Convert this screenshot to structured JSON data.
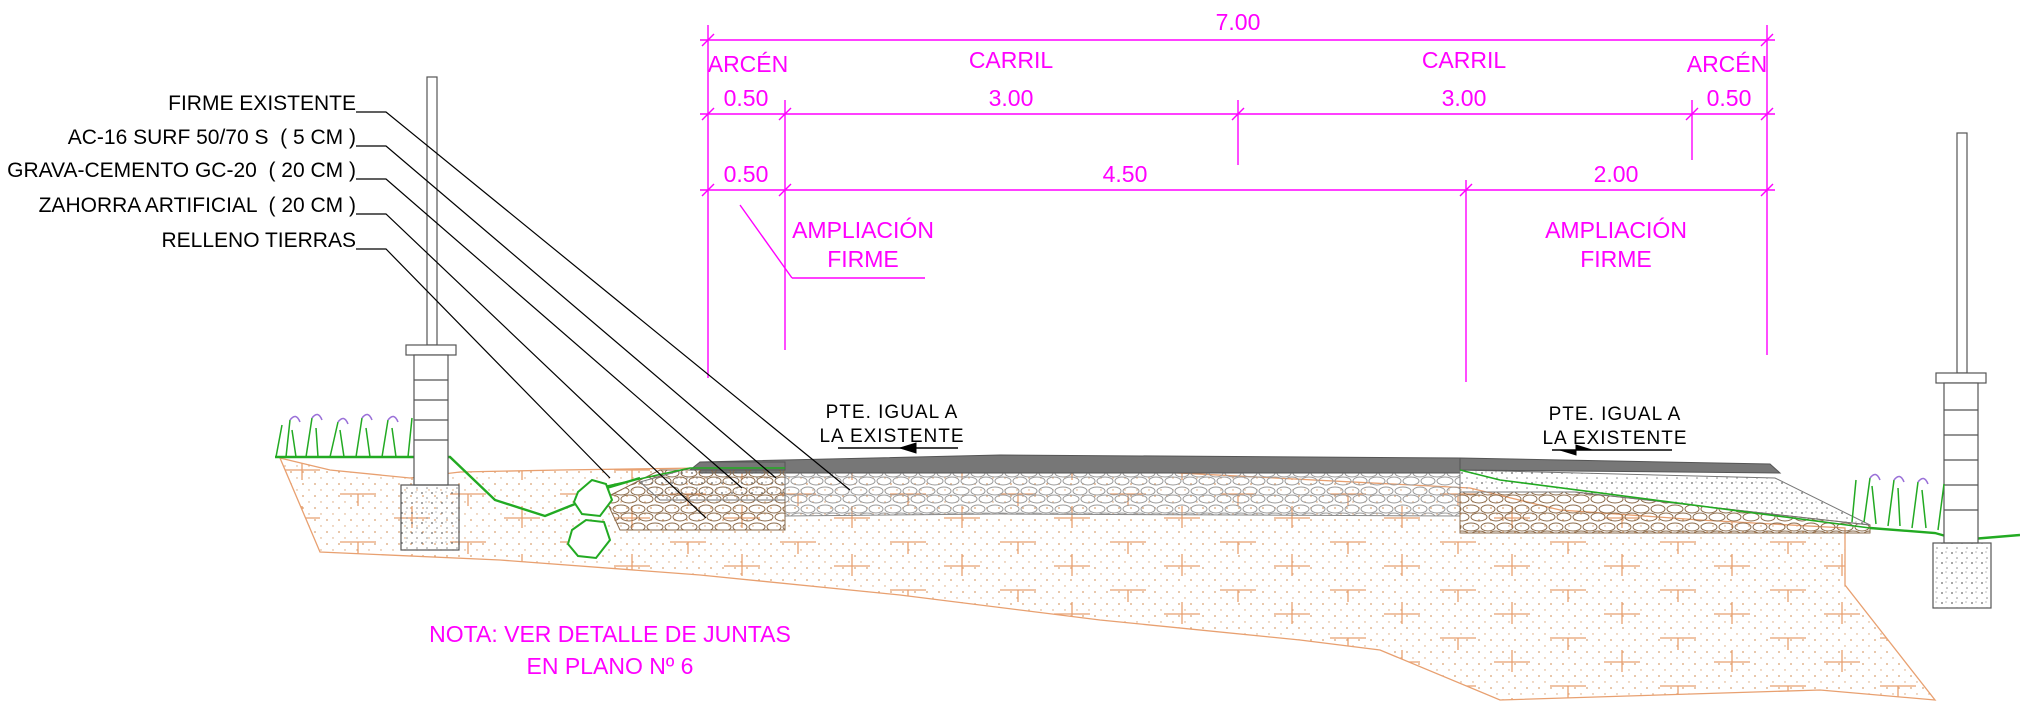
{
  "dimensions": {
    "total": "7.00",
    "row1": [
      {
        "label": "ARCÉN",
        "value": "0.50"
      },
      {
        "label": "CARRIL",
        "value": "3.00"
      },
      {
        "label": "CARRIL",
        "value": "3.00"
      },
      {
        "label": "ARCÉN",
        "value": "0.50"
      }
    ],
    "row2": [
      "0.50",
      "4.50",
      "2.00"
    ]
  },
  "layers": [
    "FIRME EXISTENTE",
    "AC-16 SURF 50/70 S  ( 5 CM )",
    "GRAVA-CEMENTO GC-20  ( 20 CM )",
    "ZAHORRA ARTIFICIAL  ( 20 CM )",
    "RELLENO TIERRAS"
  ],
  "ampliacion": {
    "line1": "AMPLIACIÓN",
    "line2": "FIRME"
  },
  "slope_note": {
    "line1": "PTE. IGUAL A",
    "line2": "LA EXISTENTE"
  },
  "note": {
    "line1": "NOTA: VER DETALLE DE JUNTAS",
    "line2": "EN PLANO Nº 6"
  },
  "colors": {
    "dimension": "#ff00ff",
    "text": "#000000",
    "grass": "#22aa22",
    "fill": "#e8a070"
  }
}
